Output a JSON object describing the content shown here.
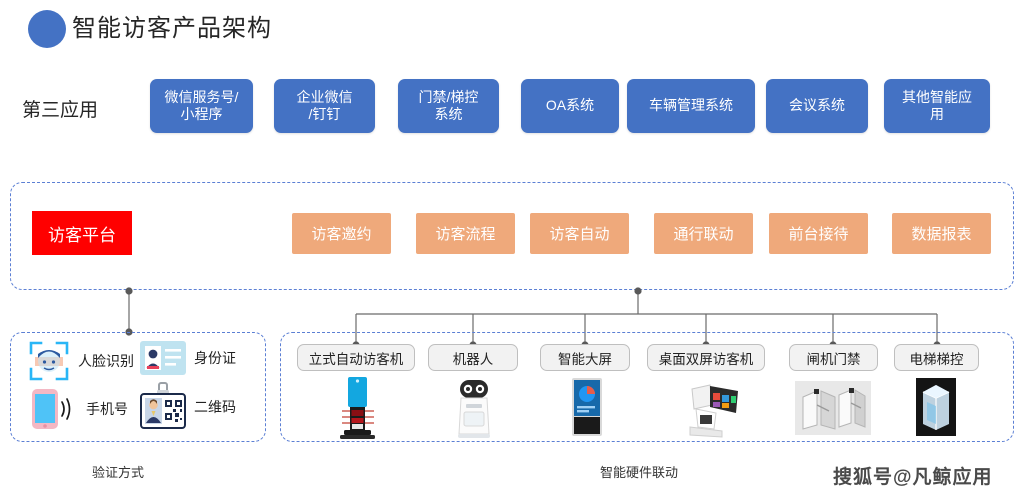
{
  "header": {
    "title": "智能访客产品架构",
    "bullet_icon": "circle-icon",
    "accent_color": "#4472C4"
  },
  "colors": {
    "app_blue": "#4472C4",
    "platform_red": "#FF0000",
    "module_orange": "#EFA97B",
    "dashed_border": "#5B7FD4",
    "chip_gray": "#F2F2F2"
  },
  "applications": {
    "label": "第三应用",
    "items": [
      {
        "label": "微信服务号/\n小程序"
      },
      {
        "label": "企业微信\n/钉钉"
      },
      {
        "label": "门禁/梯控\n系统"
      },
      {
        "label": "OA系统"
      },
      {
        "label": "车辆管理系统"
      },
      {
        "label": "会议系统"
      },
      {
        "label": "其他智能应\n用"
      }
    ]
  },
  "platform": {
    "title": "访客平台",
    "modules": [
      {
        "label": "访客邀约"
      },
      {
        "label": "访客流程"
      },
      {
        "label": "访客自动"
      },
      {
        "label": "通行联动"
      },
      {
        "label": "前台接待"
      },
      {
        "label": "数据报表"
      }
    ]
  },
  "verification": {
    "caption": "验证方式",
    "items": [
      {
        "label": "人脸识别",
        "icon": "face-recognition-icon"
      },
      {
        "label": "身份证",
        "icon": "id-card-icon"
      },
      {
        "label": "手机号",
        "icon": "mobile-phone-icon"
      },
      {
        "label": "二维码",
        "icon": "qr-badge-icon"
      }
    ]
  },
  "hardware": {
    "caption": "智能硬件联动",
    "items": [
      {
        "label": "立式自动访客机",
        "icon": "kiosk-terminal-icon"
      },
      {
        "label": "机器人",
        "icon": "robot-icon"
      },
      {
        "label": "智能大屏",
        "icon": "digital-signage-icon"
      },
      {
        "label": "桌面双屏访客机",
        "icon": "desktop-dual-screen-icon"
      },
      {
        "label": "闸机门禁",
        "icon": "turnstile-gate-icon"
      },
      {
        "label": "电梯梯控",
        "icon": "elevator-control-icon"
      }
    ]
  },
  "watermark": {
    "text": "搜狐号@凡鲸应用"
  }
}
